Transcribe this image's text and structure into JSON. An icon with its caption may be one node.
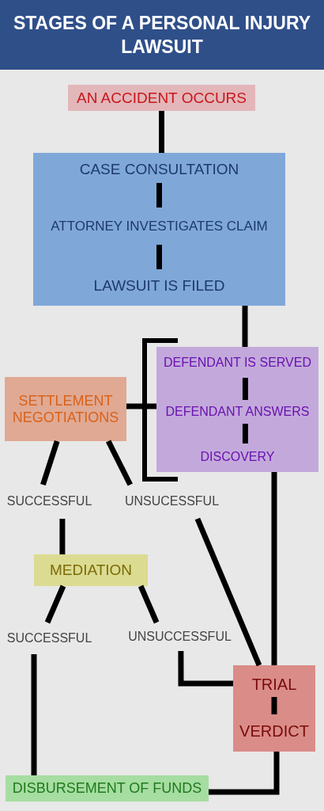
{
  "diagram": {
    "title": "STAGES OF A PERSONAL INJURY LAWSUIT",
    "nodes": [
      {
        "text": [
          "AN ACCIDENT OCCURS"
        ]
      },
      {
        "text": [],
        "shape": "box"
      },
      {
        "text": [
          "CASE CONSULTATION"
        ],
        "in": 1
      },
      {
        "text": [
          "ATTORNEY INVESTIGATES CLAIM"
        ],
        "in": 1
      },
      {
        "text": [
          "LAWSUIT IS FILED"
        ],
        "in": 1
      },
      {
        "text": [],
        "shape": "box"
      },
      {
        "text": [
          "DEFENDANT IS SERVED"
        ],
        "in": 5
      },
      {
        "text": [
          "DEFENDANT ANSWERS"
        ],
        "in": 5
      },
      {
        "text": [
          "DISCOVERY"
        ],
        "in": 5
      },
      {
        "text": [
          "SETTLEMENT NEGOTIATIONS"
        ]
      },
      {
        "text": [
          "SUCCESSFUL"
        ]
      },
      {
        "text": [
          "UNSUCESSFUL"
        ]
      },
      {
        "text": [
          "MEDIATION"
        ]
      },
      {
        "text": [
          "SUCCESSFUL"
        ]
      },
      {
        "text": [
          "UNSUCCESSFUL"
        ]
      },
      {
        "text": [],
        "shape": "box"
      },
      {
        "text": [
          "TRIAL"
        ],
        "in": 15
      },
      {
        "text": [
          "VERDICT"
        ],
        "in": 15
      },
      {
        "text": [
          "DISBURSEMENT OF FUNDS"
        ]
      }
    ],
    "edges": [
      {
        "from": 0,
        "to": 1,
        "arrow": "none"
      },
      {
        "from": 2,
        "to": 3,
        "arrow": "none"
      },
      {
        "from": 3,
        "to": 4,
        "arrow": "none"
      },
      {
        "from": 1,
        "to": 5,
        "arrow": "none"
      },
      {
        "from": 6,
        "to": 7,
        "arrow": "none"
      },
      {
        "from": 7,
        "to": 8,
        "arrow": "none"
      },
      {
        "from": 9,
        "to": 5,
        "arrow": "none"
      },
      {
        "from": 9,
        "to": 10,
        "arrow": "none"
      },
      {
        "from": 9,
        "to": 11,
        "arrow": "none"
      },
      {
        "from": 10,
        "to": 12,
        "arrow": "none"
      },
      {
        "from": 12,
        "to": 13,
        "arrow": "none"
      },
      {
        "from": 12,
        "to": 14,
        "arrow": "none"
      },
      {
        "from": 11,
        "to": 15,
        "arrow": "none"
      },
      {
        "from": 5,
        "to": 15,
        "arrow": "none"
      },
      {
        "from": 14,
        "to": 15,
        "arrow": "none"
      },
      {
        "from": 13,
        "to": 18,
        "arrow": "none"
      },
      {
        "from": 15,
        "to": 18,
        "arrow": "none"
      },
      {
        "from": 16,
        "to": 17,
        "arrow": "none"
      }
    ]
  }
}
